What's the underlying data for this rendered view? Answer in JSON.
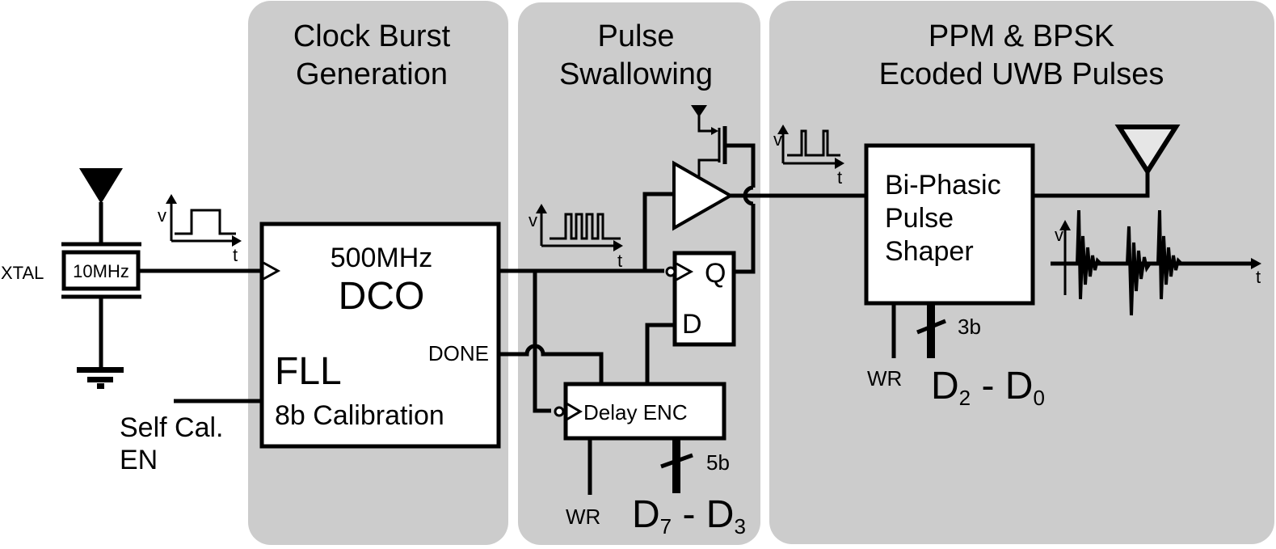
{
  "panels": {
    "clock_burst": {
      "title_line1": "Clock Burst",
      "title_line2": "Generation"
    },
    "pulse_swallowing": {
      "title_line1": "Pulse",
      "title_line2": "Swallowing"
    },
    "uwb": {
      "title_line1": "PPM & BPSK",
      "title_line2": "Ecoded UWB Pulses"
    }
  },
  "crystal": {
    "label": "XTAL",
    "freq": "10MHz"
  },
  "self_cal": {
    "line1": "Self Cal.",
    "line2": "EN"
  },
  "dco_block": {
    "freq": "500MHz",
    "name": "DCO",
    "done": "DONE",
    "fll": "FLL",
    "calibration": "8b Calibration"
  },
  "flipflop": {
    "q": "Q",
    "d": "D"
  },
  "delay_enc": {
    "name": "Delay ENC",
    "wr": "WR",
    "bits": "5b",
    "data_main1": "D",
    "data_sub1": "7",
    "data_sep": " - ",
    "data_main2": "D",
    "data_sub2": "3"
  },
  "pulse_shaper": {
    "line1": "Bi-Phasic",
    "line2": "Pulse",
    "line3": "Shaper",
    "wr": "WR",
    "bits": "3b",
    "data_main1": "D",
    "data_sub1": "2",
    "data_sep": " - ",
    "data_main2": "D",
    "data_sub2": "0"
  },
  "waveforms": {
    "axis_v": "v",
    "axis_t": "t"
  },
  "icons": [
    "antenna-icon",
    "ground-icon",
    "crystal-icon",
    "buffer-icon",
    "pmos-transistor-icon",
    "vdd-icon"
  ]
}
